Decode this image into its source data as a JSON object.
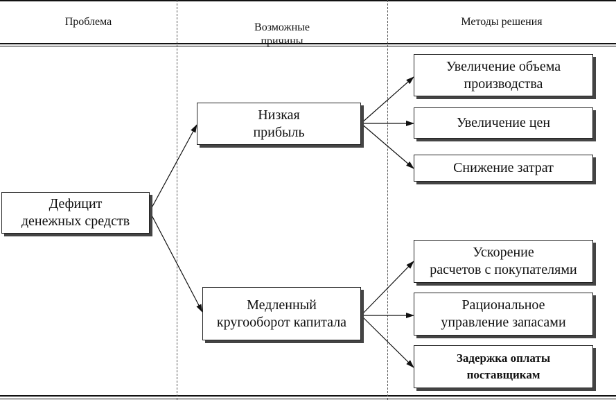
{
  "headers": {
    "problem": "Проблема",
    "causes": "Возможные\nпричины",
    "methods": "Методы решения"
  },
  "problem": "Дефицит\nденежных средств",
  "causes": {
    "low_profit": "Низкая\nприбыль",
    "slow_turnover": "Медленный\nкругооборот капитала"
  },
  "methods": {
    "increase_volume": "Увеличение объема\nпроизводства",
    "increase_prices": "Увеличение цен",
    "reduce_costs": "Снижение затрат",
    "speed_settlements": "Ускорение\nрасчетов с покупателями",
    "inventory_management": "Рациональное\nуправление запасами",
    "delay_payments": "Задержка оплаты\nпоставщикам"
  }
}
